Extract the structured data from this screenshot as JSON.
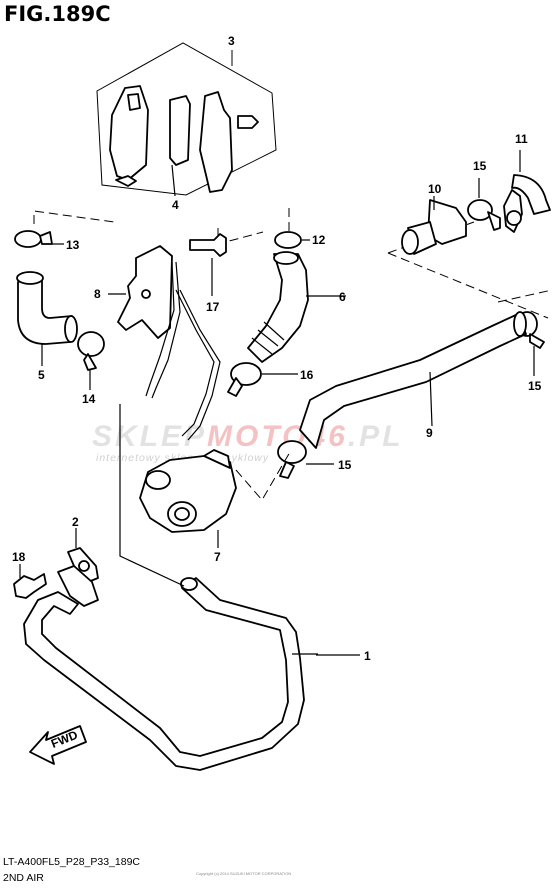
{
  "title": "FIG.189C",
  "footer": {
    "model": "LT-A400FL5_P28_P33_189C",
    "section": "2ND AIR",
    "fine_print": "Copyright (c) 2014 SUZUKI MOTOR CORPORATION"
  },
  "watermark": {
    "brand_a": "SKLEP",
    "brand_b": "MOTO46",
    "brand_c": ".PL",
    "tagline": "internetowy sklep motocyklowy"
  },
  "fwd_label": "FWD",
  "callouts": {
    "c1": "1",
    "c2": "2",
    "c3": "3",
    "c4": "4",
    "c5": "5",
    "c6": "6",
    "c7": "7",
    "c8": "8",
    "c9": "9",
    "c10": "10",
    "c11": "11",
    "c12": "12",
    "c13": "13",
    "c14": "14",
    "c15a": "15",
    "c15b": "15",
    "c15c": "15",
    "c16": "16",
    "c17": "17",
    "c18": "18"
  }
}
